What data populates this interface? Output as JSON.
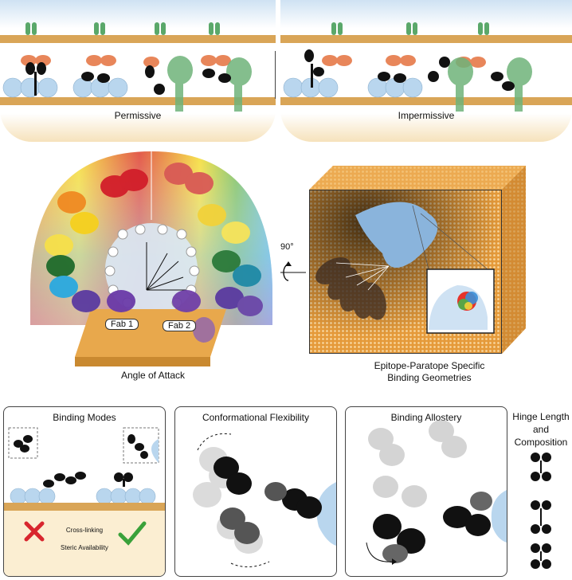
{
  "top": {
    "left_label": "Permissive",
    "right_label": "Impermissive"
  },
  "middle": {
    "fab1_label": "Fab 1",
    "fab2_label": "Fab 2",
    "angle_label": "Angle of Attack",
    "rotation_label": "90°",
    "epitope_label_line1": "Epitope-Paratope Specific",
    "epitope_label_line2": "Binding Geometries"
  },
  "bottom": {
    "binding_modes_title": "Binding Modes",
    "cross_linking_label": "Cross-linking",
    "steric_label": "Steric Availability",
    "flexibility_title": "Conformational Flexibility",
    "allostery_title": "Binding Allostery",
    "hinge_title_line1": "Hinge Length",
    "hinge_title_line2": "and",
    "hinge_title_line3": "Composition"
  },
  "colors": {
    "membrane": "#e0a84a",
    "membrane_light": "#f6e2bb",
    "sky": "#cfe2f3",
    "antigen_blue": "#b9d6ee",
    "receptor_green": "#5aa86a",
    "fab_orange": "#e8865a",
    "cross_red": "#d8262e",
    "check_green": "#3aa13a"
  },
  "icons": {
    "cross": "cross-icon",
    "check": "check-icon",
    "rotate": "rotate-arrow-icon"
  }
}
